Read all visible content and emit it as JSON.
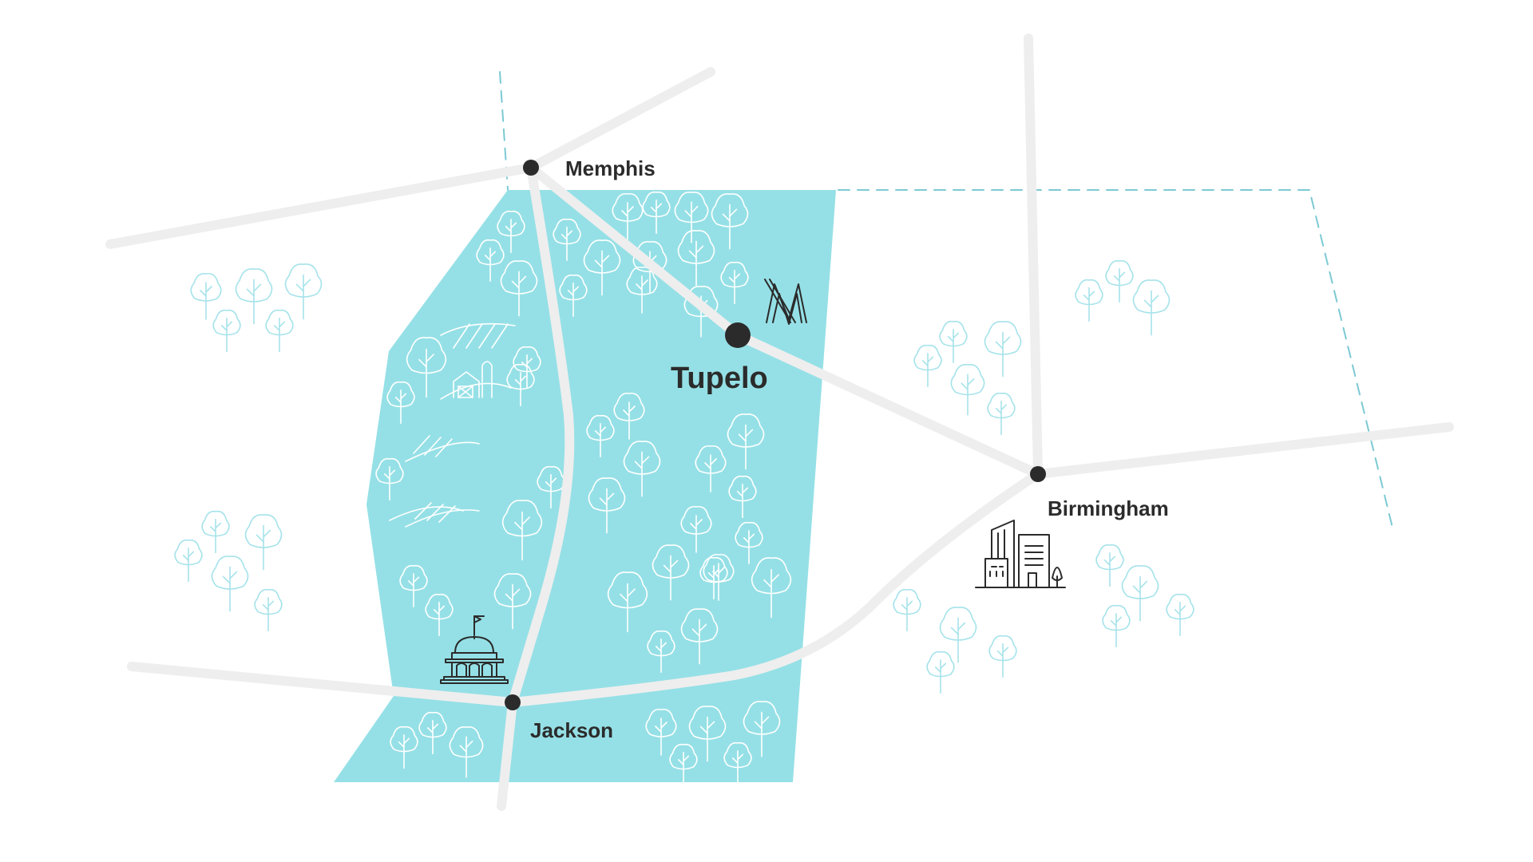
{
  "map": {
    "colors": {
      "background": "#ffffff",
      "region_fill": "#95e0e6",
      "road": "#eeeeee",
      "border_dashed": "#7cc9d3",
      "tree_outline_on_white": "#a6e3ea",
      "tree_outline_on_region": "#ffffff",
      "city_dot": "#2b2b2b",
      "label_text": "#2b2b2b",
      "icon_stroke": "#2b2b2b"
    },
    "cities": [
      {
        "id": "memphis",
        "name": "Memphis"
      },
      {
        "id": "tupelo",
        "name": "Tupelo",
        "highlight": true
      },
      {
        "id": "birmingham",
        "name": "Birmingham"
      },
      {
        "id": "jackson",
        "name": "Jackson"
      }
    ],
    "landmarks": [
      {
        "id": "tupelo-logo",
        "icon": "m-logo-icon"
      },
      {
        "id": "jackson-capitol",
        "icon": "capitol-building-icon"
      },
      {
        "id": "birmingham-skyline",
        "icon": "city-buildings-icon"
      }
    ]
  }
}
